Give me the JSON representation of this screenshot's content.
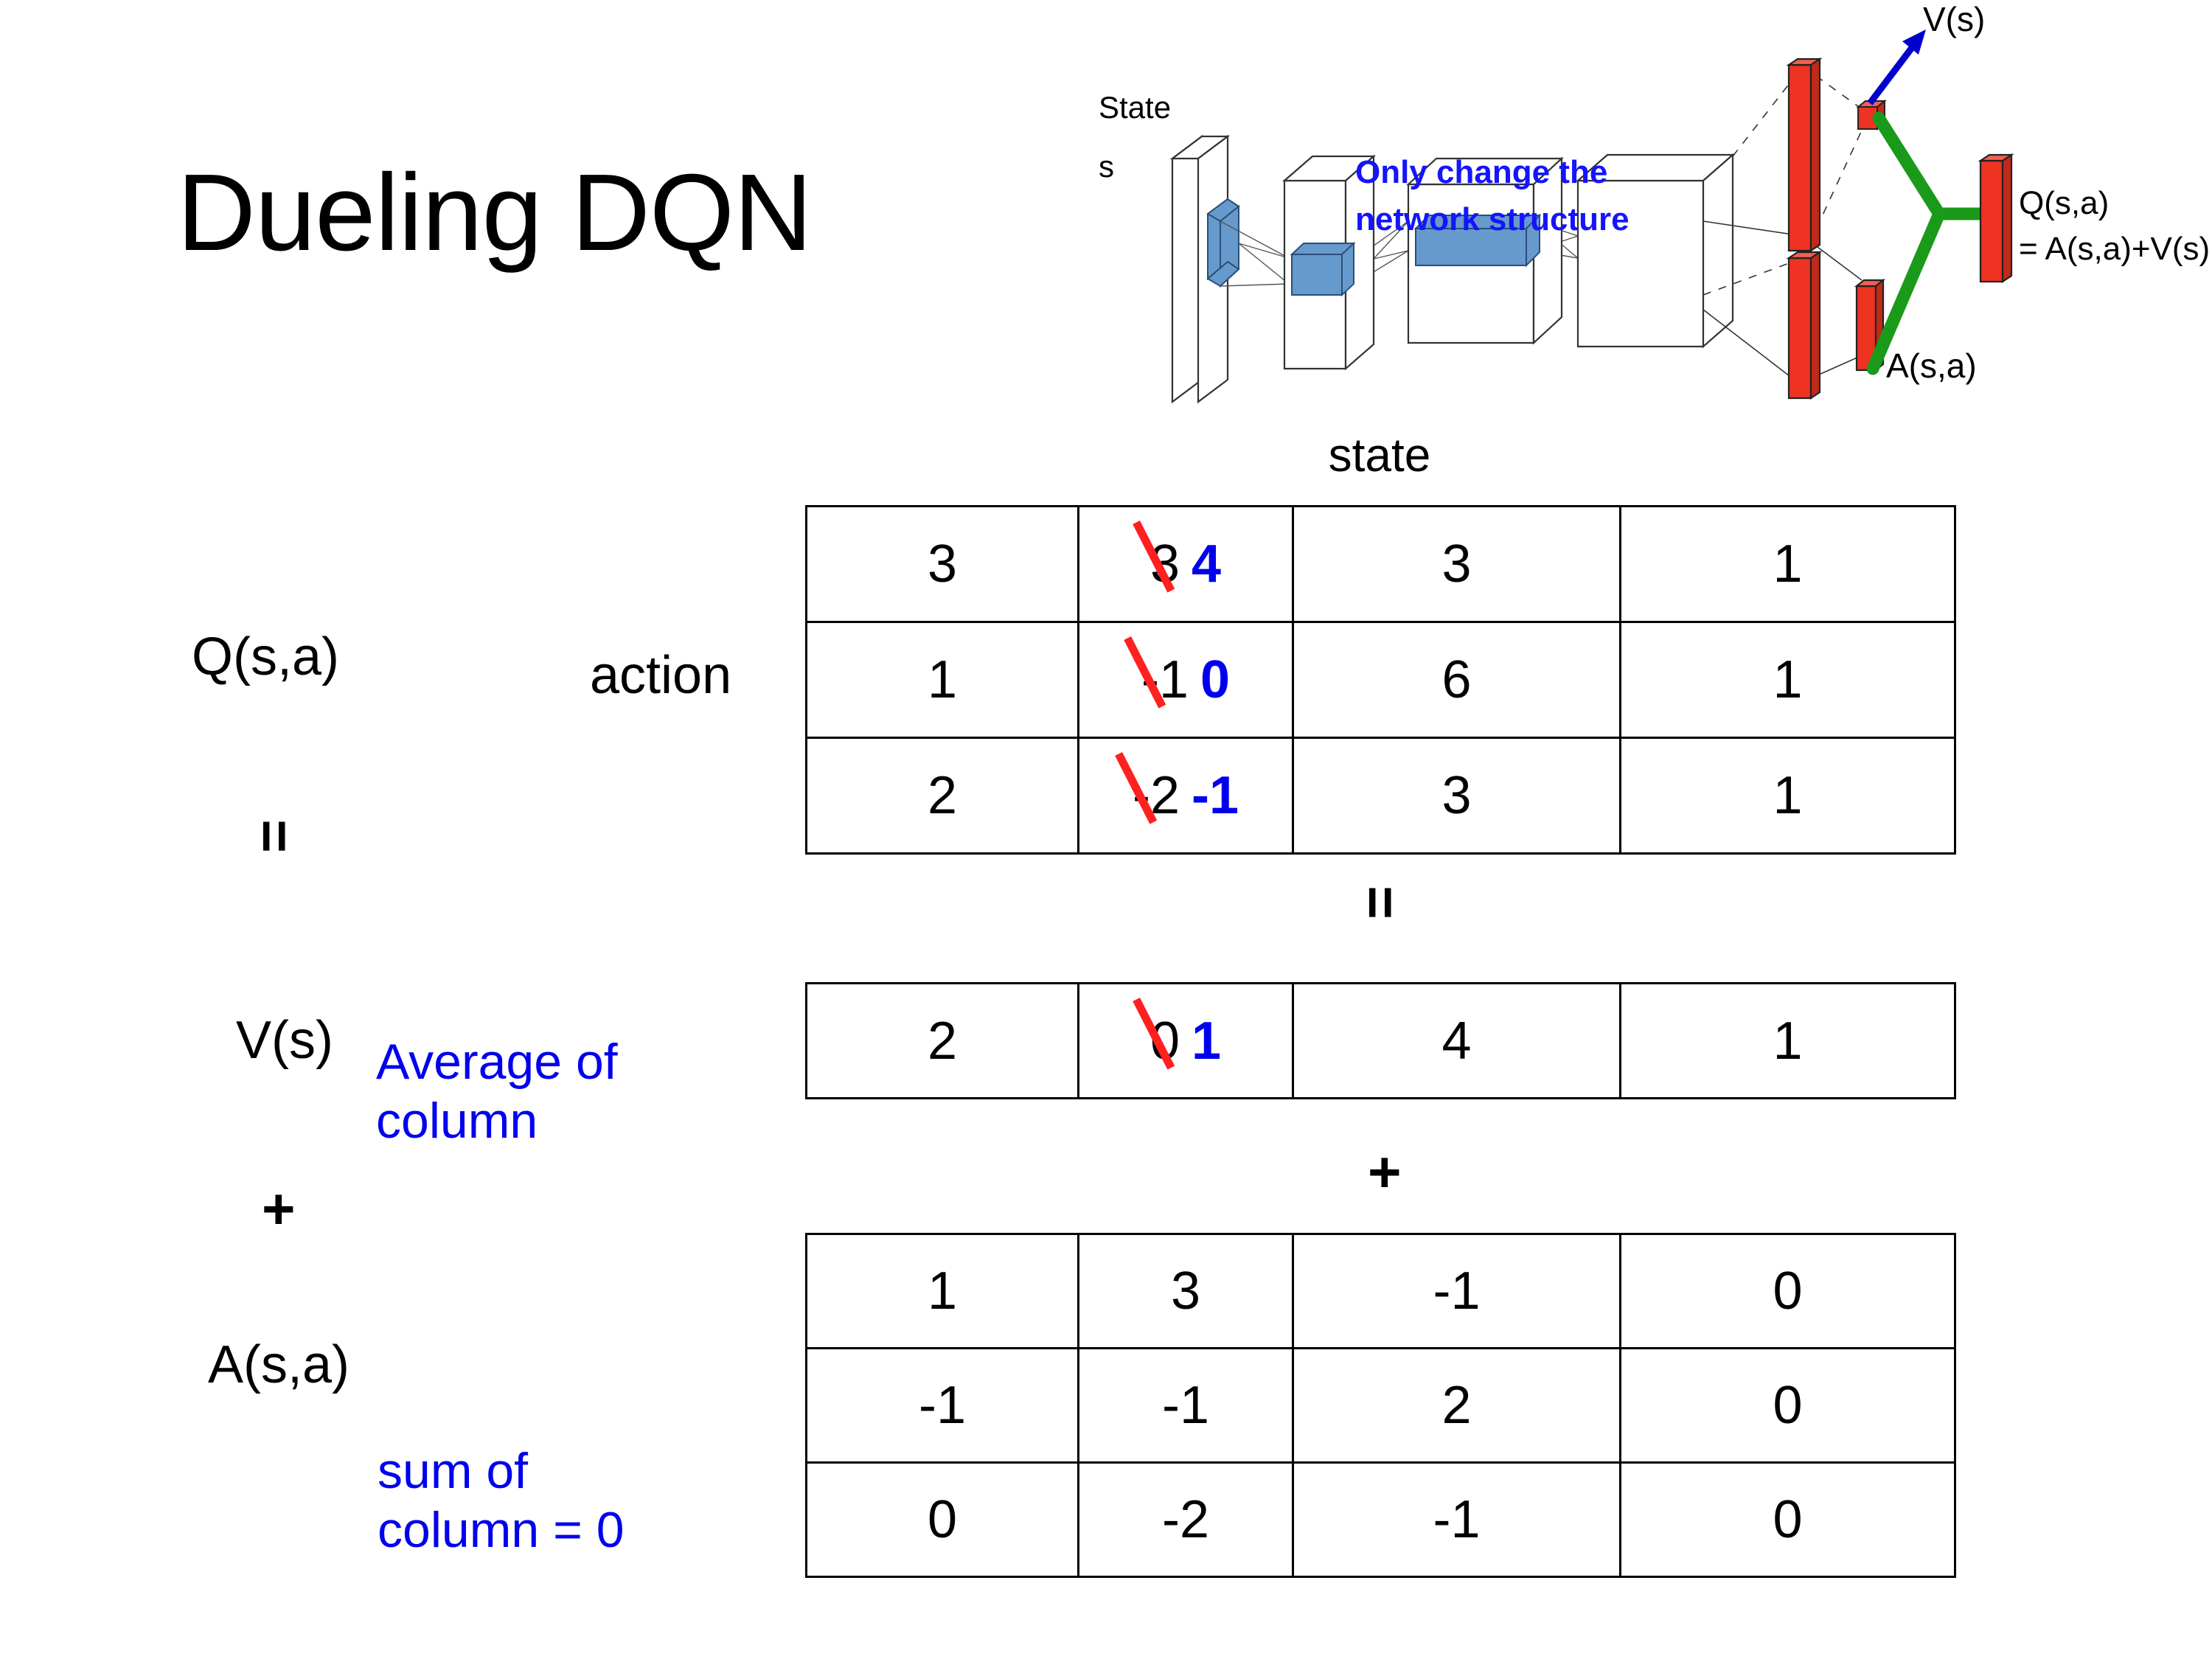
{
  "slide": {
    "title": "Dueling DQN"
  },
  "figure": {
    "state_label_line1": "State",
    "state_label_line2": "s",
    "note_line1": "Only change the",
    "note_line2": "network structure",
    "v_output_label": "V(s)",
    "a_output_label": "A(s,a)",
    "q_output_label_line1": "Q(s,a)",
    "q_output_label_line2": "= A(s,a)+V(s)",
    "colors": {
      "note_blue": "#1414ff",
      "arrow_blue": "#0000cc",
      "bar_red": "#ee3322",
      "merge_green": "#1a9a1a",
      "layer_blue": "#6699cc"
    }
  },
  "labels": {
    "state_caption": "state",
    "action_caption": "action",
    "q_label": "Q(s,a)",
    "v_label": "V(s)",
    "a_label": "A(s,a)",
    "note_average_line1": "Average of",
    "note_average_line2": "column",
    "note_sum_line1": "sum of",
    "note_sum_line2": "column = 0",
    "op_equals": "=",
    "op_plus": "+"
  },
  "colors": {
    "correction_new": "#0000ee",
    "strike_red": "#ff2020",
    "note_blue": "#0000ee"
  },
  "chart_data": {
    "type": "table",
    "title": "Dueling DQN decomposition Q(s,a) = V(s) + A(s,a)",
    "axis_captions": {
      "columns": "state",
      "rows": "action"
    },
    "tables": [
      {
        "name": "Q(s,a)",
        "rows": 3,
        "cols": 4,
        "values": [
          [
            "3",
            "3",
            "3",
            "1"
          ],
          [
            "1",
            "-1",
            "6",
            "1"
          ],
          [
            "2",
            "-2",
            "3",
            "1"
          ]
        ],
        "corrections": [
          {
            "row": 0,
            "col": 1,
            "old": "3",
            "new": "4"
          },
          {
            "row": 1,
            "col": 1,
            "old": "-1",
            "new": "0"
          },
          {
            "row": 2,
            "col": 1,
            "old": "-2",
            "new": "-1"
          }
        ]
      },
      {
        "name": "V(s)",
        "rows": 1,
        "cols": 4,
        "values": [
          [
            "2",
            "0",
            "4",
            "1"
          ]
        ],
        "corrections": [
          {
            "row": 0,
            "col": 1,
            "old": "0",
            "new": "1"
          }
        ]
      },
      {
        "name": "A(s,a)",
        "rows": 3,
        "cols": 4,
        "values": [
          [
            "1",
            "3",
            "-1",
            "0"
          ],
          [
            "-1",
            "-1",
            "2",
            "0"
          ],
          [
            "0",
            "-2",
            "-1",
            "0"
          ]
        ],
        "corrections": []
      }
    ]
  }
}
